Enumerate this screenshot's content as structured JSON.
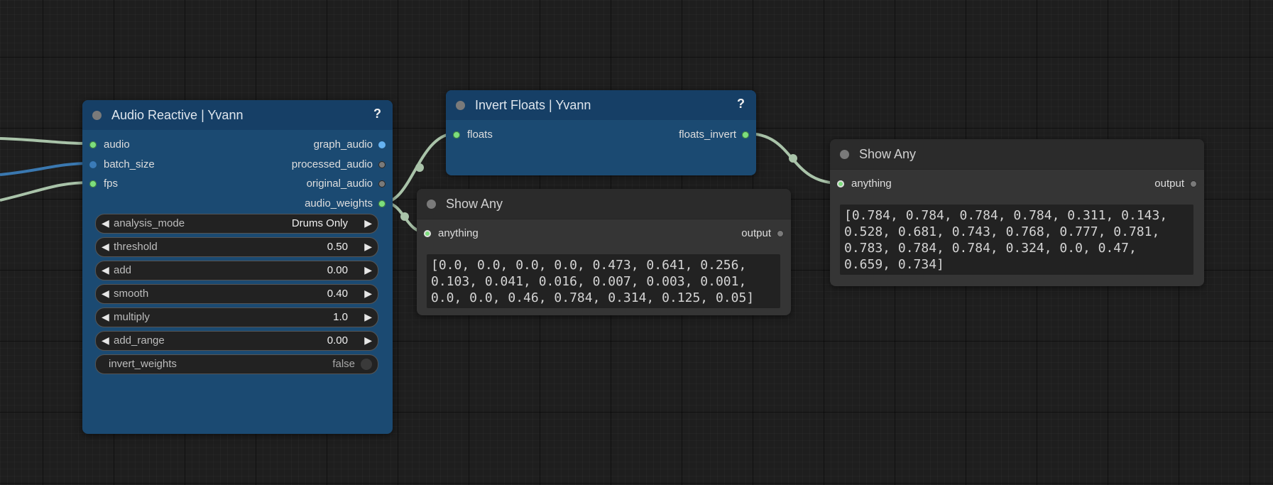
{
  "nodes": {
    "audio_reactive": {
      "title": "Audio Reactive | Yvann",
      "help": "?",
      "inputs": [
        "audio",
        "batch_size",
        "fps"
      ],
      "outputs": [
        "graph_audio",
        "processed_audio",
        "original_audio",
        "audio_weights"
      ],
      "widgets": [
        {
          "label": "analysis_mode",
          "value": "Drums Only"
        },
        {
          "label": "threshold",
          "value": "0.50"
        },
        {
          "label": "add",
          "value": "0.00"
        },
        {
          "label": "smooth",
          "value": "0.40"
        },
        {
          "label": "multiply",
          "value": "1.0"
        },
        {
          "label": "add_range",
          "value": "0.00"
        }
      ],
      "toggle": {
        "label": "invert_weights",
        "value": "false"
      }
    },
    "invert_floats": {
      "title": "Invert Floats | Yvann",
      "help": "?",
      "input": "floats",
      "output": "floats_invert"
    },
    "show_any_1": {
      "title": "Show Any",
      "input": "anything",
      "output": "output",
      "text": "[0.0, 0.0, 0.0, 0.0, 0.473, 0.641, 0.256,\n0.103, 0.041, 0.016, 0.007, 0.003, 0.001,\n0.0, 0.0, 0.46, 0.784, 0.314, 0.125, 0.05]"
    },
    "show_any_2": {
      "title": "Show Any",
      "input": "anything",
      "output": "output",
      "text": "[0.784, 0.784, 0.784, 0.784, 0.311, 0.143,\n0.528, 0.681, 0.743, 0.768, 0.777, 0.781,\n0.783, 0.784, 0.784, 0.324, 0.0, 0.47,\n0.659, 0.734]"
    }
  },
  "arrows": {
    "left": "◀",
    "right": "▶"
  },
  "colors": {
    "canvas_bg": "#1e1e1e",
    "blue_node": "#1b4a72",
    "gray_node": "#353535",
    "wire_float": "#a9c3a9",
    "wire_int": "#3a78b0"
  }
}
